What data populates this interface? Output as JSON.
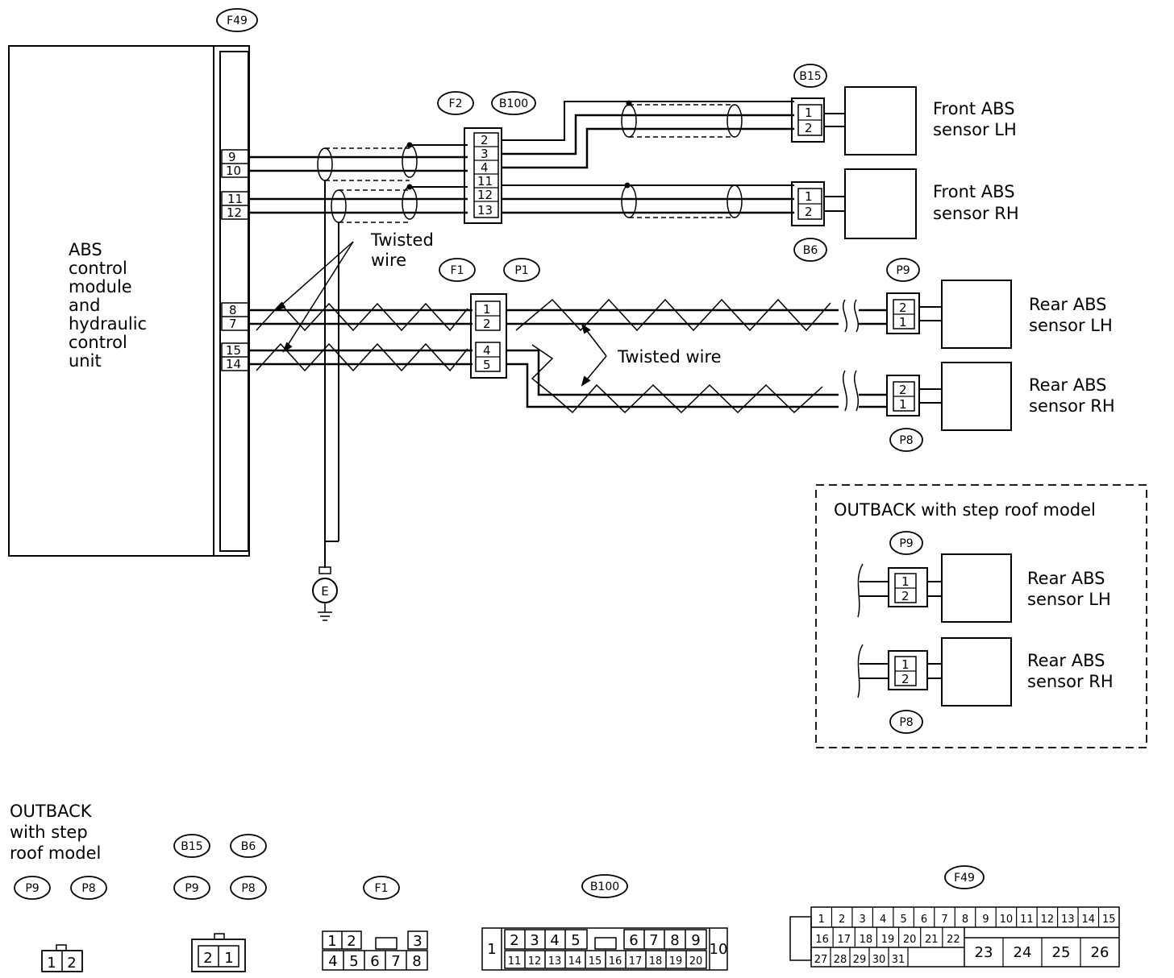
{
  "module": {
    "connector": "F49",
    "label_lines": [
      "ABS",
      "control",
      "module",
      "and",
      "hydraulic",
      "control",
      "unit"
    ],
    "pins": [
      "9",
      "10",
      "11",
      "12",
      "8",
      "7",
      "15",
      "14"
    ]
  },
  "inline_connectors": {
    "front": {
      "left_tag": "F2",
      "right_tag": "B100",
      "pins": [
        "2",
        "3",
        "4",
        "11",
        "12",
        "13"
      ]
    },
    "rear": {
      "left_tag": "F1",
      "right_tag": "P1",
      "pins": [
        "1",
        "2",
        "4",
        "5"
      ]
    }
  },
  "sensors": {
    "front_lh": {
      "connector": "B15",
      "pins": [
        "1",
        "2"
      ],
      "label_lines": [
        "Front ABS",
        "sensor LH"
      ]
    },
    "front_rh": {
      "connector": "B6",
      "pins": [
        "1",
        "2"
      ],
      "label_lines": [
        "Front ABS",
        "sensor RH"
      ]
    },
    "rear_lh": {
      "connector": "P9",
      "pins": [
        "2",
        "1"
      ],
      "label_lines": [
        "Rear ABS",
        "sensor LH"
      ]
    },
    "rear_rh": {
      "connector": "P8",
      "pins": [
        "2",
        "1"
      ],
      "label_lines": [
        "Rear ABS",
        "sensor RH"
      ]
    }
  },
  "twisted_wire_labels": [
    "Twisted",
    "wire",
    "Twisted wire"
  ],
  "ground": "E",
  "outback_box": {
    "title": "OUTBACK with step roof model",
    "rear_lh": {
      "connector": "P9",
      "pins": [
        "1",
        "2"
      ],
      "label_lines": [
        "Rear ABS",
        "sensor LH"
      ]
    },
    "rear_rh": {
      "connector": "P8",
      "pins": [
        "1",
        "2"
      ],
      "label_lines": [
        "Rear ABS",
        "sensor RH"
      ]
    }
  },
  "connector_views": {
    "outback_note_lines": [
      "OUTBACK",
      "with step",
      "roof model"
    ],
    "group1_tags": [
      "P9",
      "P8"
    ],
    "group1_pins": [
      "1",
      "2"
    ],
    "group2_tags_top": [
      "B15",
      "B6"
    ],
    "group2_tags_bottom": [
      "P9",
      "P8"
    ],
    "group2_pins": [
      "2",
      "1"
    ],
    "f1_tag": "F1",
    "f1_pins_top": [
      "1",
      "2",
      "3"
    ],
    "f1_pins_bottom": [
      "4",
      "5",
      "6",
      "7",
      "8"
    ],
    "b100_tag": "B100",
    "b100_left": "1",
    "b100_right": "10",
    "b100_top": [
      "2",
      "3",
      "4",
      "5",
      "6",
      "7",
      "8",
      "9"
    ],
    "b100_bottom": [
      "11",
      "12",
      "13",
      "14",
      "15",
      "16",
      "17",
      "18",
      "19",
      "20"
    ],
    "f49_tag": "F49",
    "f49_row1": [
      "1",
      "2",
      "3",
      "4",
      "5",
      "6",
      "7",
      "8",
      "9",
      "10",
      "11",
      "12",
      "13",
      "14",
      "15"
    ],
    "f49_row2": [
      "16",
      "17",
      "18",
      "19",
      "20",
      "21",
      "22"
    ],
    "f49_row3": [
      "27",
      "28",
      "29",
      "30",
      "31"
    ],
    "f49_big": [
      "23",
      "24",
      "25",
      "26"
    ]
  }
}
